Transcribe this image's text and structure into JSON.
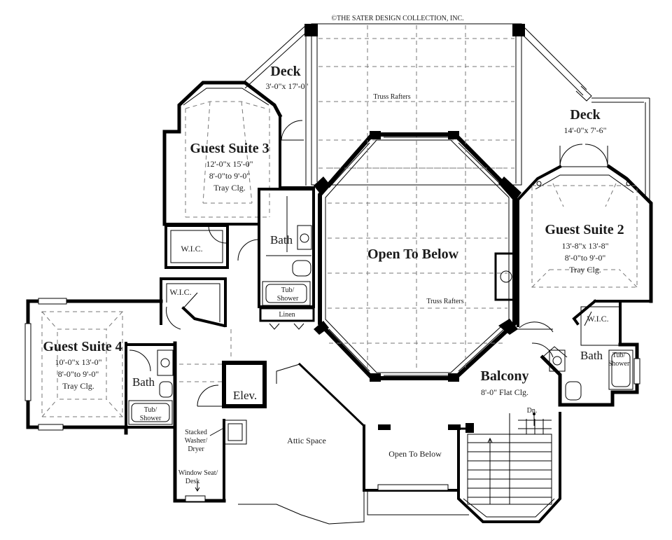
{
  "copyright": "©THE SATER DESIGN COLLECTION, INC.",
  "rooms": {
    "deck_left": {
      "name": "Deck",
      "dims": "3'-0\"x 17'-0\""
    },
    "deck_right": {
      "name": "Deck",
      "dims": "14'-0\"x 7'-6\""
    },
    "suite3": {
      "name": "Guest Suite 3",
      "dims": "12'-0\"x 15'-0\"",
      "ceiling_height": "8'-0\"to 9'-0\"",
      "ceiling": "Tray Clg."
    },
    "suite2": {
      "name": "Guest Suite 2",
      "dims": "13'-8\"x 13'-8\"",
      "ceiling_height": "8'-0\"to 9'-0\"",
      "ceiling": "Tray Clg."
    },
    "suite4": {
      "name": "Guest Suite 4",
      "dims": "10'-0\"x 13'-0\"",
      "ceiling_height": "8'-0\"to 9'-0\"",
      "ceiling": "Tray Clg."
    },
    "open_main": {
      "name": "Open To Below"
    },
    "open_small": {
      "name": "Open To Below"
    },
    "balcony": {
      "name": "Balcony",
      "ceiling": "8'-0\" Flat Clg."
    },
    "attic": {
      "name": "Attic Space"
    },
    "elevator": {
      "name": "Elev."
    },
    "bath3": {
      "name": "Bath"
    },
    "bath2": {
      "name": "Bath"
    },
    "bath4": {
      "name": "Bath"
    },
    "wic3": {
      "name": "W.I.C."
    },
    "wic4": {
      "name": "W.I.C."
    },
    "wic2": {
      "name": "W.I.C."
    },
    "linen": {
      "name": "Linen"
    },
    "tub3": {
      "line1": "Tub/",
      "line2": "Shower"
    },
    "tub2": {
      "line1": "Tub/",
      "line2": "Shower"
    },
    "tub4": {
      "line1": "Tub/",
      "line2": "Shower"
    },
    "washer": {
      "line1": "Stacked",
      "line2": "Washer/",
      "line3": "Dryer"
    },
    "window_seat": {
      "line1": "Window Seat/",
      "line2": "Desk"
    }
  },
  "notes": {
    "truss_top": "Truss Rafters",
    "truss_mid": "Truss Rafters",
    "stair_dn": "Dn."
  }
}
